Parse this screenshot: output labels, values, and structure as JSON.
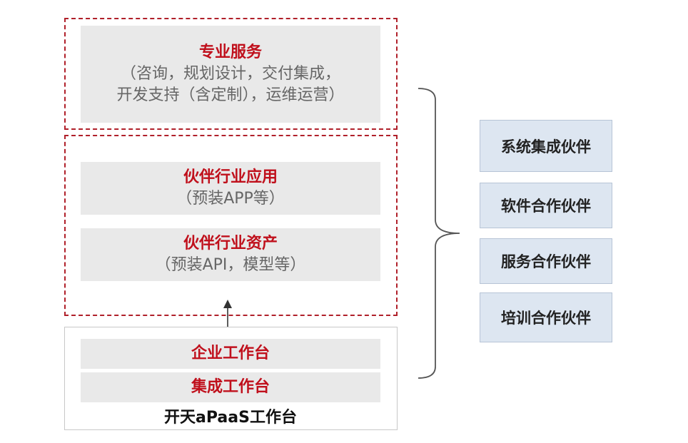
{
  "professional_services": {
    "title": "专业服务",
    "line1": "（咨询，规划设计，交付集成，",
    "line2": "开发支持（含定制），运维运营）"
  },
  "partner_industry_app": {
    "title": "伙伴行业应用",
    "subtitle": "（预装APP等）"
  },
  "partner_industry_assets": {
    "title": "伙伴行业资产",
    "subtitle": "（预装API，模型等）"
  },
  "platform": {
    "enterprise_workbench": "企业工作台",
    "integration_workbench": "集成工作台",
    "label": "开天aPaaS工作台"
  },
  "partners": [
    "系统集成伙伴",
    "软件合作伙伴",
    "服务合作伙伴",
    "培训合作伙伴"
  ],
  "colors": {
    "accent_red": "#c0101c",
    "box_grey": "#e9e9e9",
    "partner_blue": "#dde6f1"
  }
}
